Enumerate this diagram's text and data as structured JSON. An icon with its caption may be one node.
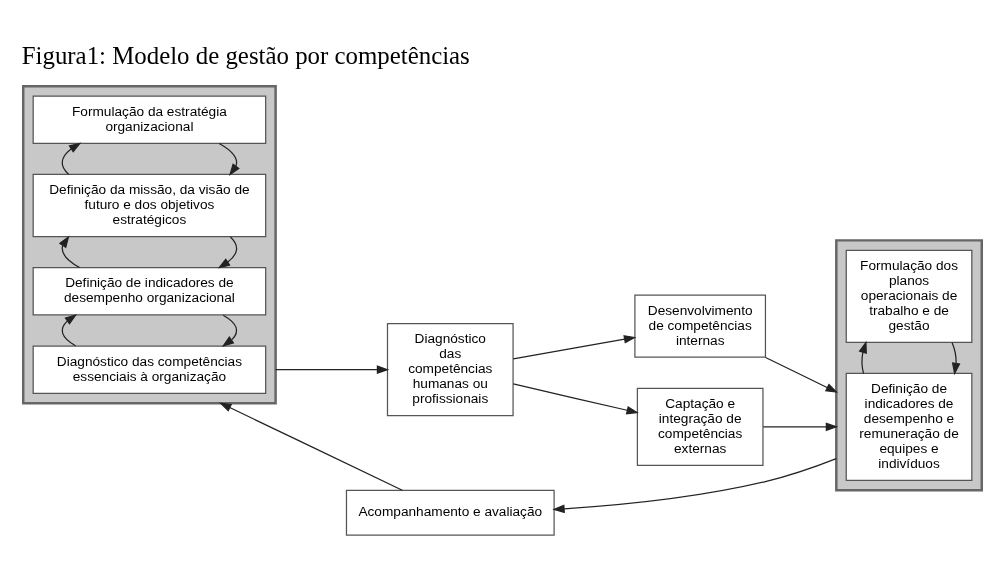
{
  "diagram": {
    "title": "Figura1: Modelo de gestão por competências",
    "nodes": [
      {
        "text": [],
        "shape": "box"
      },
      {
        "text": [
          "Formulação da estratégia organizacional"
        ],
        "in": 0
      },
      {
        "text": [
          "Definição da missão, da visão de futuro e dos objetivos estratégicos"
        ],
        "in": 0
      },
      {
        "text": [
          "Definição de indicadores de desempenho organizacional"
        ],
        "in": 0
      },
      {
        "text": [
          "Diagnóstico das competências essenciais à organização"
        ],
        "in": 0
      },
      {
        "text": [
          "Diagnóstico das competências humanas ou profissionais"
        ]
      },
      {
        "text": [
          "Desenvolvimento de competências internas"
        ]
      },
      {
        "text": [
          "Captação e integração de competências externas"
        ]
      },
      {
        "text": [],
        "shape": "box"
      },
      {
        "text": [
          "Formulação dos planos operacionais de trabalho e de gestão"
        ],
        "in": 8
      },
      {
        "text": [
          "Definição de indicadores de desempenho e remuneração de equipes e indivíduos"
        ],
        "in": 8
      },
      {
        "text": [
          "Acompanhamento e avaliação"
        ]
      }
    ],
    "edges": [
      {
        "from": 1,
        "to": 2,
        "arrow": "to"
      },
      {
        "from": 2,
        "to": 1,
        "arrow": "to"
      },
      {
        "from": 2,
        "to": 3,
        "arrow": "to"
      },
      {
        "from": 3,
        "to": 2,
        "arrow": "to"
      },
      {
        "from": 3,
        "to": 4,
        "arrow": "to"
      },
      {
        "from": 4,
        "to": 3,
        "arrow": "to"
      },
      {
        "from": 0,
        "to": 5,
        "arrow": "to"
      },
      {
        "from": 5,
        "to": 6,
        "arrow": "to"
      },
      {
        "from": 5,
        "to": 7,
        "arrow": "to"
      },
      {
        "from": 6,
        "to": 8,
        "arrow": "to"
      },
      {
        "from": 7,
        "to": 8,
        "arrow": "to"
      },
      {
        "from": 9,
        "to": 10,
        "arrow": "to"
      },
      {
        "from": 10,
        "to": 9,
        "arrow": "to"
      },
      {
        "from": 8,
        "to": 11,
        "arrow": "to"
      },
      {
        "from": 11,
        "to": 0,
        "arrow": "to"
      }
    ]
  }
}
